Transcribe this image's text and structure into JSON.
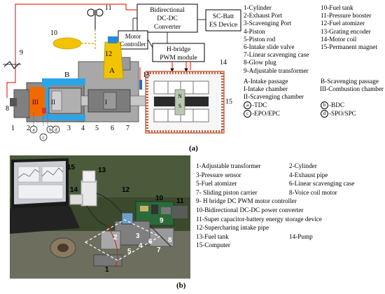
{
  "figure_a": {
    "caption": "(a)",
    "box_labels": {
      "converter": [
        "Bidirectional",
        "DC-DC",
        "Converter"
      ],
      "sc_batt": [
        "SC-Batt",
        "ES Device"
      ],
      "motor_controller": [
        "Motor",
        "Controller"
      ],
      "hbridge": [
        "H-bridge",
        "PWM module"
      ]
    },
    "part_numbers": {
      "n1": "1",
      "n2": "2",
      "n3": "3",
      "n4": "4",
      "n5": "5",
      "n6": "6",
      "n7": "7",
      "n8": "8",
      "n9": "9",
      "n10": "10",
      "n11": "11",
      "n12": "12",
      "n13": "13",
      "n14": "14",
      "n15": "15"
    },
    "region_labels": {
      "A": "A",
      "B": "B",
      "I": "I",
      "II": "II",
      "III": "III",
      "N": "N",
      "S": "S"
    },
    "markers": {
      "a": "a",
      "b": "b",
      "c": "c",
      "d": "d"
    },
    "legend": [
      [
        "1-Cylinder",
        "10-Fuel tank"
      ],
      [
        "2-Exhaust Port",
        "11-Pressure booster"
      ],
      [
        "3-Scavenging Port",
        "12-Fuel atomizer"
      ],
      [
        "4-Piston",
        "13-Grating encoder"
      ],
      [
        "5-Piston rod",
        "14-Motor coil"
      ],
      [
        "6-Intake slide valve",
        "15-Permanent magnet"
      ]
    ],
    "legend_full": [
      "7-Linear scavenging case",
      "8-Glow plug",
      "9-Adjustable transformer"
    ],
    "regions": [
      [
        "A-Intake passage",
        "B-Scavenging passage"
      ],
      [
        "I-Intake chamber",
        "III-Combustion chamber"
      ]
    ],
    "region_full": "II-Scavenging chamber",
    "marker_legend": [
      {
        "m1": "a",
        "t1": "-TDC",
        "m2": "b",
        "t2": "-BDC"
      },
      {
        "m1": "c",
        "t1": "-EPO/EPC",
        "m2": "d",
        "t2": "-SPO/SPC"
      }
    ]
  },
  "figure_b": {
    "caption": "(b)",
    "photo_labels": {
      "p1": "1",
      "p2": "2",
      "p3": "3",
      "p4": "4",
      "p5": "5",
      "p6": "6",
      "p7": "7",
      "p8": "8",
      "p9": "9",
      "p10": "10",
      "p11": "11",
      "p12": "12",
      "p13": "13",
      "p14": "14",
      "p15": "15"
    },
    "legend": [
      [
        "1-Adjustable transformer",
        "2-Cylinder"
      ],
      [
        "3-Pressure sensor",
        "4-Exhaust pipe"
      ],
      [
        "5-Fuel atomizer",
        "6-Linear scavenging case"
      ],
      [
        "7- Sliding piston carrier",
        "8-Voice coil motor"
      ]
    ],
    "legend_full": [
      "9- H bridge DC PWM motor controller",
      "10-Bidirectional DC-DC power converter",
      "11-Super capacitor-battery energy storage device",
      "12-Supercharing intake pipe"
    ],
    "legend_tail": [
      "13-Fuel tank",
      "14-Pump"
    ],
    "legend_last": "15-Computer"
  },
  "colors": {
    "cylinder": "#8c8c8c",
    "scavenging": "#2aa6e8",
    "intake": "#f2c300",
    "combustion": "#f06a00",
    "wire": "#e8301e",
    "coil": "#b8c8b0"
  }
}
